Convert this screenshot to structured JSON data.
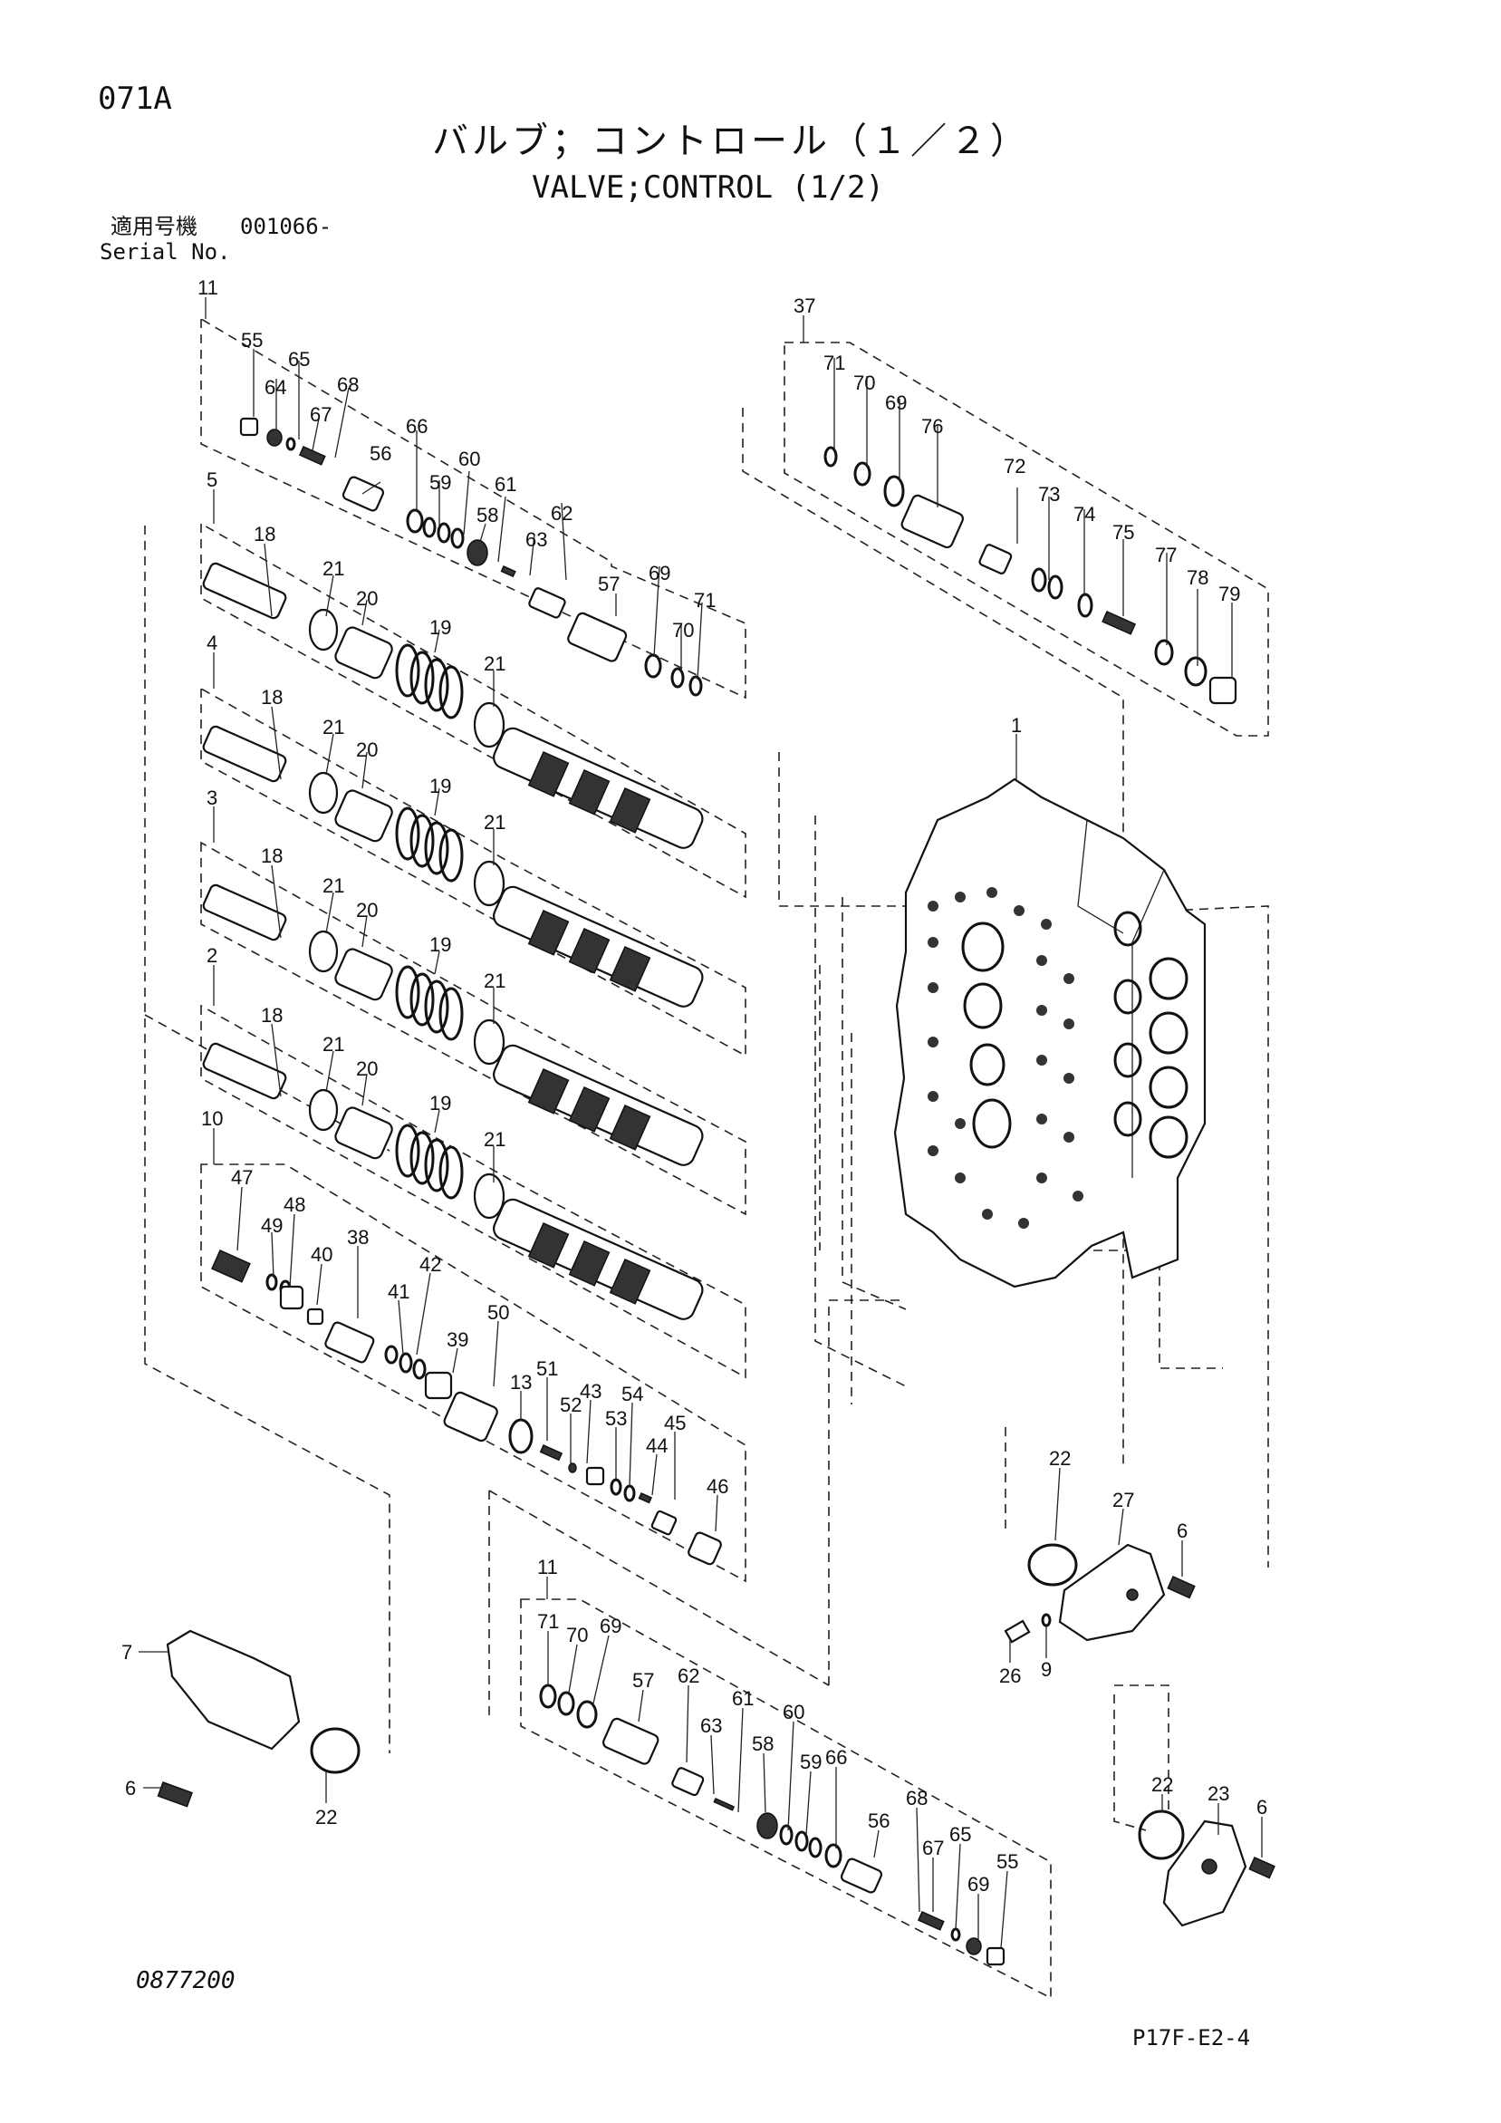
{
  "page_code": "071A",
  "title_jp": "バルブ；コントロール（１／２）",
  "title_en": "VALVE;CONTROL (1/2)",
  "serial": {
    "label_jp": "適用号機",
    "value": "001066-",
    "label_en": "Serial No."
  },
  "drawing_no": "0877200",
  "page_ref": "P17F-E2-4",
  "callouts": {
    "c11a": "11",
    "c55a": "55",
    "c65a": "65",
    "c64a": "64",
    "c68a": "68",
    "c67a": "67",
    "c56a": "56",
    "c66a": "66",
    "c59a": "59",
    "c60a": "60",
    "c61a": "61",
    "c58a": "58",
    "c62a": "62",
    "c63a": "63",
    "c57a": "57",
    "c69a": "69",
    "c70a": "70",
    "c71a": "71",
    "c37": "37",
    "c71b": "71",
    "c70b": "70",
    "c69b": "69",
    "c76": "76",
    "c72": "72",
    "c73": "73",
    "c74": "74",
    "c75": "75",
    "c77": "77",
    "c78": "78",
    "c79": "79",
    "c1": "1",
    "c5": "5",
    "c18a": "18",
    "c21a": "21",
    "c20a": "20",
    "c19a": "19",
    "c21b": "21",
    "c4": "4",
    "c18b": "18",
    "c21c": "21",
    "c20b": "20",
    "c19b": "19",
    "c21d": "21",
    "c3": "3",
    "c18c": "18",
    "c21e": "21",
    "c20c": "20",
    "c19c": "19",
    "c21f": "21",
    "c2": "2",
    "c18d": "18",
    "c21g": "21",
    "c20d": "20",
    "c19d": "19",
    "c21h": "21",
    "c10": "10",
    "c47": "47",
    "c48": "48",
    "c49": "49",
    "c40": "40",
    "c38": "38",
    "c42": "42",
    "c41": "41",
    "c39": "39",
    "c50": "50",
    "c51": "51",
    "c13": "13",
    "c43": "43",
    "c52": "52",
    "c54": "54",
    "c53": "53",
    "c45": "45",
    "c44": "44",
    "c46": "46",
    "c22a": "22",
    "c27": "27",
    "c6a": "6",
    "c9": "9",
    "c26": "26",
    "c7": "7",
    "c6b": "6",
    "c22b": "22",
    "c11b": "11",
    "c71c": "71",
    "c70c": "70",
    "c69c": "69",
    "c57b": "57",
    "c62b": "62",
    "c63b": "63",
    "c61b": "61",
    "c60b": "60",
    "c58b": "58",
    "c59b": "59",
    "c66b": "66",
    "c56b": "56",
    "c68b": "68",
    "c67b": "67",
    "c65b": "65",
    "c69d": "69",
    "c55b": "55",
    "c22c": "22",
    "c23": "23",
    "c6c": "6"
  }
}
